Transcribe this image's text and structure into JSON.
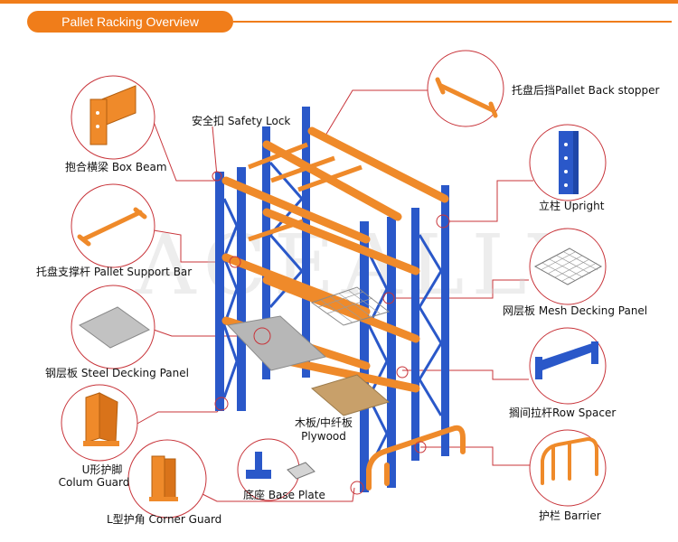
{
  "title": "Pallet Racking  Overview",
  "colors": {
    "accent": "#f07d1a",
    "upright": "#2a58c9",
    "beam": "#ef8a2a",
    "circle_border": "#c8343a"
  },
  "labels": {
    "safety_lock": "安全扣 Safety Lock",
    "box_beam": "抱合横梁 Box Beam",
    "pallet_support_bar": "托盘支撑杆 Pallet Support Bar",
    "steel_decking_panel": "钢层板 Steel Decking Panel",
    "colum_guard_cn": "U形护脚",
    "colum_guard_en": "Colum Guard",
    "corner_guard": "L型护角 Corner Guard",
    "base_plate": "底座 Base Plate",
    "plywood_cn": "木板/中纤板",
    "plywood_en": "Plywood",
    "pallet_back_stopper": "托盘后挡Pallet Back stopper",
    "upright": "立柱 Upright",
    "mesh_decking_panel": "网层板 Mesh Decking Panel",
    "row_spacer": "搁间拉杆Row Spacer",
    "barrier": "护栏 Barrier"
  }
}
